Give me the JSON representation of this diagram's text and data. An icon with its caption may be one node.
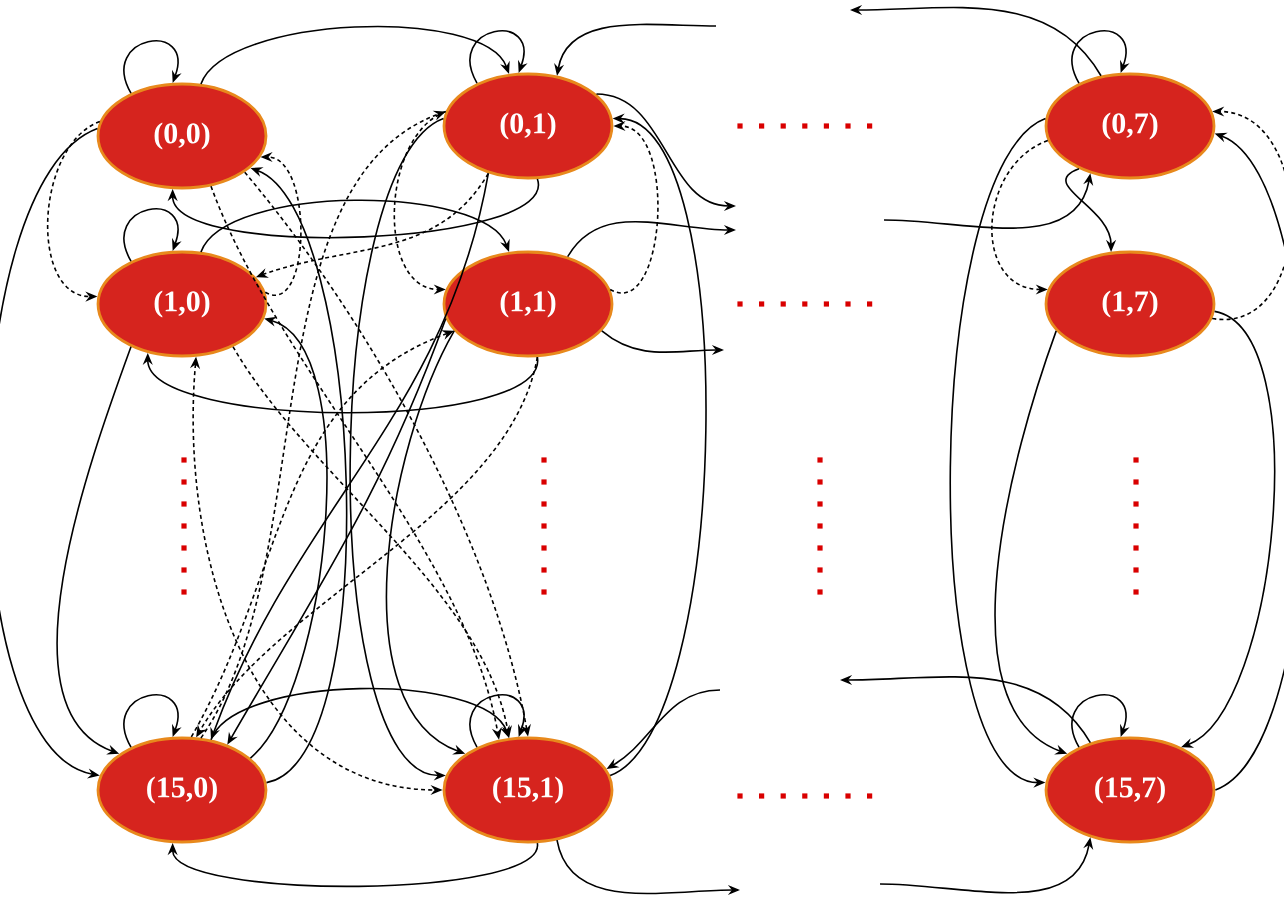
{
  "diagram": {
    "nodes": [
      {
        "text": [
          "(0,0)"
        ]
      },
      {
        "text": [
          "(0,1)"
        ]
      },
      {
        "text": [
          "(0,7)"
        ]
      },
      {
        "text": [
          "(1,0)"
        ]
      },
      {
        "text": [
          "(1,1)"
        ]
      },
      {
        "text": [
          "(1,7)"
        ]
      },
      {
        "text": [
          "(15,0)"
        ]
      },
      {
        "text": [
          "(15,1)"
        ]
      },
      {
        "text": [
          "(15,7)"
        ]
      }
    ],
    "edges": [
      {
        "from": 0,
        "to": 0,
        "arrow": "to"
      },
      {
        "from": 1,
        "to": 1,
        "arrow": "to"
      },
      {
        "from": 3,
        "to": 3,
        "arrow": "to"
      },
      {
        "from": 6,
        "to": 6,
        "arrow": "to"
      },
      {
        "from": 7,
        "to": 7,
        "arrow": "to"
      },
      {
        "from": 2,
        "to": 2,
        "arrow": "to"
      },
      {
        "from": 8,
        "to": 8,
        "arrow": "to"
      },
      {
        "from": 0,
        "to": 1,
        "arrow": "to"
      },
      {
        "from": 1,
        "to": 0,
        "arrow": "to"
      },
      {
        "from": 3,
        "to": 4,
        "arrow": "to"
      },
      {
        "from": 4,
        "to": 3,
        "arrow": "to"
      },
      {
        "from": 6,
        "to": 7,
        "arrow": "to"
      },
      {
        "from": 7,
        "to": 6,
        "arrow": "to"
      },
      {
        "from": 0,
        "to": 3,
        "arrow": "to",
        "style": "dashed"
      },
      {
        "from": 3,
        "to": 0,
        "arrow": "to",
        "style": "dashed"
      },
      {
        "from": 0,
        "to": 6,
        "arrow": "to"
      },
      {
        "from": 3,
        "to": 6,
        "arrow": "to"
      },
      {
        "from": 6,
        "to": 0,
        "arrow": "to"
      },
      {
        "from": 6,
        "to": 3,
        "arrow": "to"
      },
      {
        "from": 0,
        "to": 7,
        "arrow": "to",
        "style": "dashed"
      },
      {
        "from": 0,
        "to": 7,
        "arrow": "to",
        "style": "dashed"
      },
      {
        "from": 3,
        "to": 7,
        "arrow": "both",
        "style": "dashed"
      },
      {
        "from": 3,
        "to": 7,
        "arrow": "to",
        "style": "dashed"
      },
      {
        "from": 6,
        "to": 1,
        "arrow": "to",
        "style": "dashed"
      },
      {
        "from": 6,
        "to": 4,
        "arrow": "to",
        "style": "dashed"
      },
      {
        "from": 1,
        "to": 3,
        "arrow": "to",
        "style": "dashed"
      },
      {
        "from": 4,
        "to": 6,
        "arrow": "to",
        "style": "dashed"
      },
      {
        "from": 1,
        "to": 4,
        "arrow": "to",
        "style": "dashed"
      },
      {
        "from": 4,
        "to": 1,
        "arrow": "to",
        "style": "dashed"
      },
      {
        "from": 1,
        "to": 6,
        "arrow": "to"
      },
      {
        "from": 4,
        "to": 6,
        "arrow": "to"
      },
      {
        "from": 1,
        "to": 7,
        "arrow": "to"
      },
      {
        "from": 4,
        "to": 7,
        "arrow": "to"
      },
      {
        "from": 7,
        "to": 1,
        "arrow": "to"
      },
      {
        "from": null,
        "to": 1,
        "arrow": "to"
      },
      {
        "from": 1,
        "to": null,
        "arrow": "to"
      },
      {
        "from": 4,
        "to": null,
        "arrow": "to"
      },
      {
        "from": 4,
        "to": null,
        "arrow": "to"
      },
      {
        "from": null,
        "to": 7,
        "arrow": "to"
      },
      {
        "from": 7,
        "to": null,
        "arrow": "to"
      },
      {
        "from": 2,
        "to": null,
        "arrow": "to"
      },
      {
        "from": null,
        "to": 2,
        "arrow": "to"
      },
      {
        "from": 8,
        "to": null,
        "arrow": "to"
      },
      {
        "from": null,
        "to": 8,
        "arrow": "to"
      },
      {
        "from": 2,
        "to": 8,
        "arrow": "to"
      },
      {
        "from": 5,
        "to": 8,
        "arrow": "to"
      },
      {
        "from": 8,
        "to": 2,
        "arrow": "to"
      },
      {
        "from": 5,
        "to": 8,
        "arrow": "to"
      },
      {
        "from": 2,
        "to": 5,
        "arrow": "to",
        "style": "dashed"
      },
      {
        "from": 5,
        "to": 2,
        "arrow": "to",
        "style": "dashed"
      },
      {
        "from": 2,
        "to": 5,
        "arrow": "to"
      }
    ]
  }
}
